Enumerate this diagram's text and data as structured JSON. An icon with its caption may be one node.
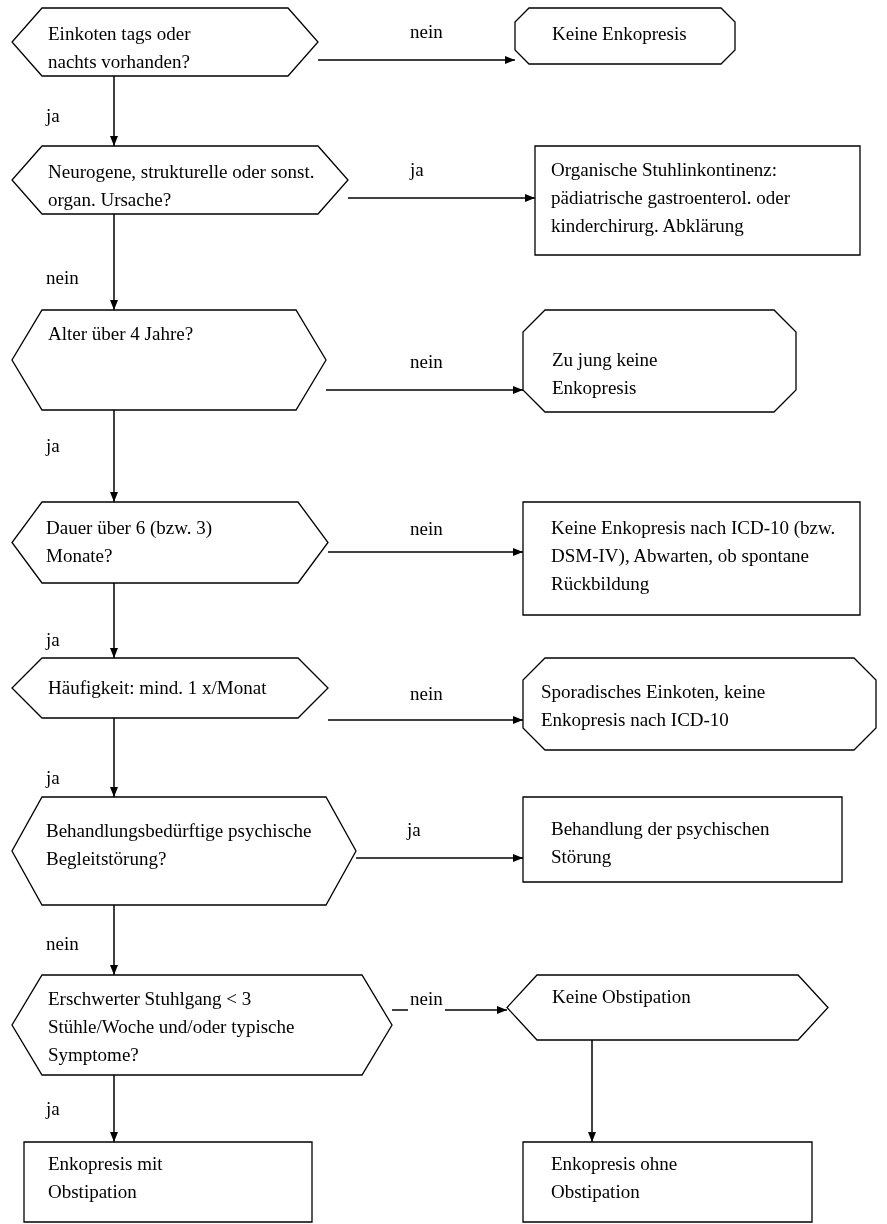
{
  "diagram": {
    "nodes": [
      {
        "text": [
          "Einkoten tags oder nachts vorhanden?"
        ]
      },
      {
        "text": [
          "Keine Enkopresis"
        ]
      },
      {
        "text": [
          "Neurogene, strukturelle oder sonst. organ. Ursache?"
        ]
      },
      {
        "text": [
          "Organische Stuhlinkontinenz: pädiatrische gastroenterol. oder kinderchirurg. Abklärung"
        ]
      },
      {
        "text": [
          "Alter über 4 Jahre?"
        ]
      },
      {
        "text": [
          "Zu jung keine Enkopresis"
        ]
      },
      {
        "text": [
          "Dauer über 6 (bzw. 3) Monate?"
        ]
      },
      {
        "text": [
          "Keine Enkopresis nach ICD-10 (bzw. DSM-IV), Abwarten, ob spontane Rückbildung"
        ]
      },
      {
        "text": [
          "Häufigkeit: mind. 1 x/Monat"
        ]
      },
      {
        "text": [
          "Sporadisches Einkoten, keine Enkopresis nach ICD-10"
        ]
      },
      {
        "text": [
          "Behandlungsbedürftige psychische Begleitstörung?"
        ]
      },
      {
        "text": [
          "Behandlung der psychischen Störung"
        ]
      },
      {
        "text": [
          "Erschwerter Stuhlgang < 3 Stühle/Woche und/oder typische Symptome?"
        ]
      },
      {
        "text": [
          "Keine Obstipation"
        ]
      },
      {
        "text": [
          "Enkopresis mit Obstipation"
        ]
      },
      {
        "text": [
          "Enkopresis ohne Obstipation"
        ]
      }
    ],
    "edges": [
      {
        "from": 0,
        "to": 1,
        "arrow": "to",
        "label": "nein"
      },
      {
        "from": 0,
        "to": 2,
        "arrow": "to",
        "label": "ja"
      },
      {
        "from": 2,
        "to": 3,
        "arrow": "to",
        "label": "ja"
      },
      {
        "from": 2,
        "to": 4,
        "arrow": "to",
        "label": "nein"
      },
      {
        "from": 4,
        "to": 5,
        "arrow": "to",
        "label": "nein"
      },
      {
        "from": 4,
        "to": 6,
        "arrow": "to",
        "label": "ja"
      },
      {
        "from": 6,
        "to": 7,
        "arrow": "to",
        "label": "nein"
      },
      {
        "from": 6,
        "to": 8,
        "arrow": "to",
        "label": "ja"
      },
      {
        "from": 8,
        "to": 9,
        "arrow": "to",
        "label": "nein"
      },
      {
        "from": 8,
        "to": 10,
        "arrow": "to",
        "label": "ja"
      },
      {
        "from": 10,
        "to": 11,
        "arrow": "to",
        "label": "ja"
      },
      {
        "from": 10,
        "to": 12,
        "arrow": "to",
        "label": "nein"
      },
      {
        "from": 12,
        "to": 13,
        "arrow": "to",
        "label": "nein"
      },
      {
        "from": 12,
        "to": 14,
        "arrow": "to",
        "label": "ja"
      },
      {
        "from": 13,
        "to": 15,
        "arrow": "to"
      }
    ]
  }
}
